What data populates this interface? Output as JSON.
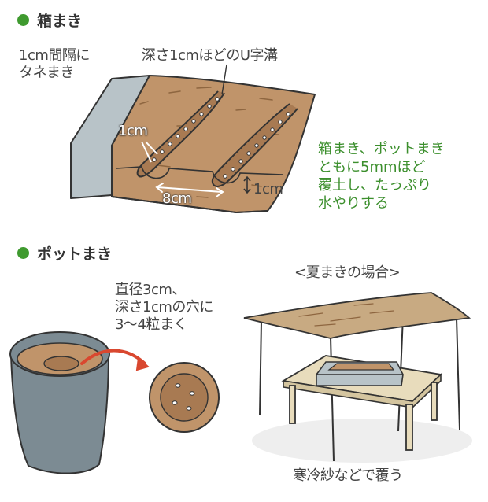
{
  "section_box": {
    "heading": "箱まき"
  },
  "section_pot": {
    "heading": "ポットまき"
  },
  "box_labels": {
    "spacing": "1cm間隔に\nタネまき",
    "groove": "深さ1cmほどのU字溝",
    "width": "1cm",
    "row_gap": "8cm",
    "depth": "1cm"
  },
  "cover_note": "箱まき、ポットまき\nともに5mmほど\n覆土し、たっぷり\n水やりする",
  "pot_note": "直径3cm、\n深さ1cmの穴に\n3〜4粒まく",
  "summer": {
    "title": "<夏まきの場合>",
    "caption": "寒冷紗などで覆う"
  },
  "colors": {
    "accent_green": "#3f9a2f",
    "soil": "#c0946a",
    "container_gray": "#b8c3c8",
    "arrow_red": "#d9472f"
  },
  "icons": [
    "bullet-dot-icon",
    "curved-arrow-icon",
    "double-arrow-icon"
  ]
}
